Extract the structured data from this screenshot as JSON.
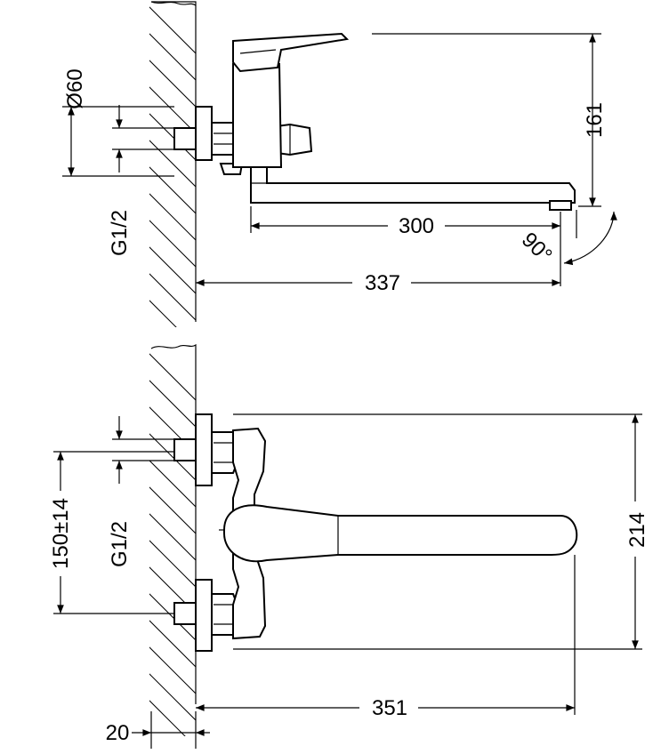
{
  "drawing": {
    "top_view": {
      "dim_diameter": "Ø60",
      "dim_thread": "G1/2",
      "dim_height": "161",
      "dim_spout_reach": "300",
      "dim_total_depth": "337",
      "dim_angle": "90°"
    },
    "front_view": {
      "dim_centers": "150±14",
      "dim_thread": "G1/2",
      "dim_width": "214",
      "dim_spout_length": "351",
      "dim_wall_offset": "20"
    }
  }
}
